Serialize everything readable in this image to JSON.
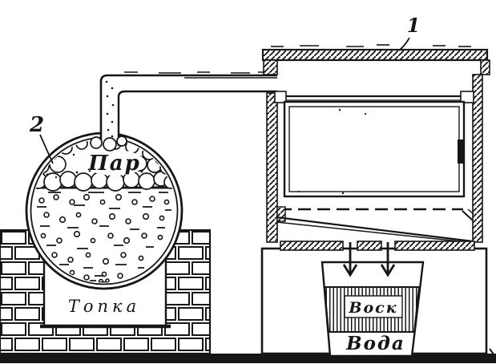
{
  "colors": {
    "paper": "#ffffff",
    "ink": "#161616"
  },
  "callouts": {
    "chamber": "1",
    "boiler": "2"
  },
  "labels": {
    "steam": "Пар",
    "firebox": "Топка",
    "wax": "Воск",
    "water": "Вода"
  }
}
